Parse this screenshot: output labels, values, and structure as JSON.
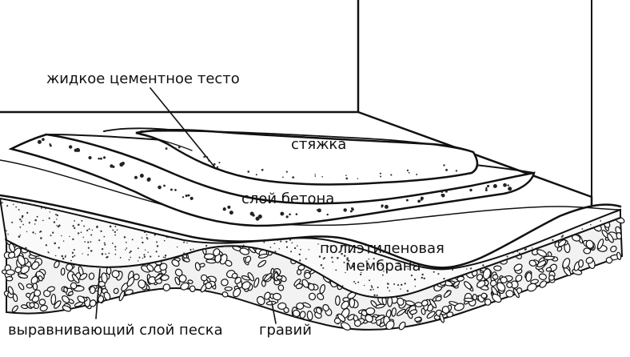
{
  "diagram": {
    "labels": {
      "cement_paste": "жидкое цементное тесто",
      "screed": "стяжка",
      "concrete_layer": "слой бетона",
      "membrane_line1": "полиэтиленовая",
      "membrane_line2": "мембрана",
      "sand_layer": "выравнивающий слой песка",
      "gravel": "гравий"
    },
    "colors": {
      "ink": "#111111",
      "background": "#ffffff"
    }
  }
}
